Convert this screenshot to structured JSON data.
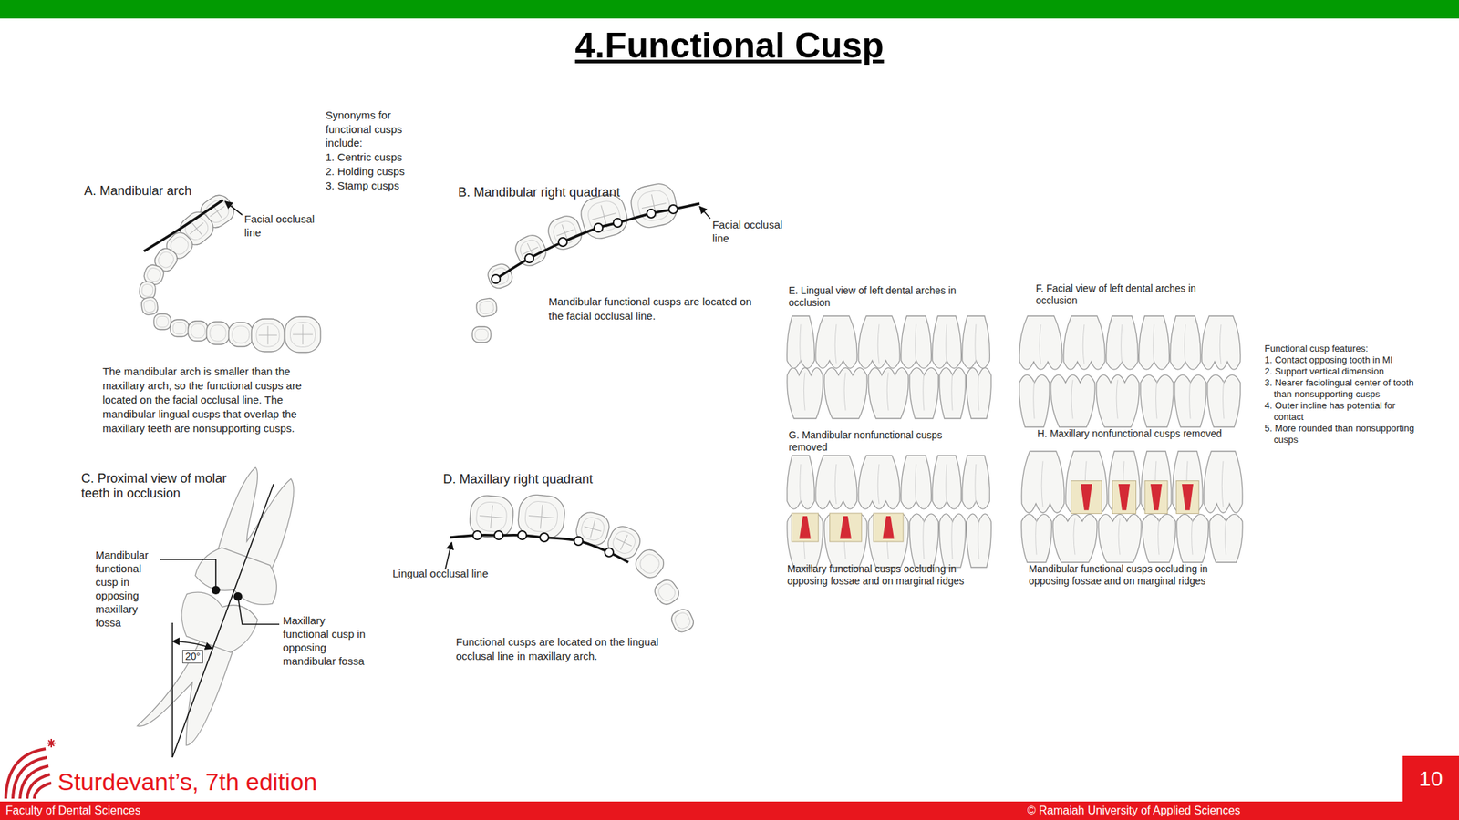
{
  "diagram": {
    "title": "4.Functional Cusp",
    "nodes": [
      {
        "text": [
          "Faculty of Dental Sciences",
          "© Ramaiah University of Applied Sciences"
        ]
      },
      {
        "text": [
          "10"
        ]
      }
    ],
    "labels": [
      "Synonyms for functional cusps include:",
      "1. Centric cusps",
      "2. Holding cusps",
      "3. Stamp cusps",
      "A. Mandibular arch",
      "Facial occlusal line",
      "B. Mandibular right quadrant",
      "Facial occlusal line",
      "Mandibular functional cusps are located on the facial occlusal line.",
      "The mandibular arch is smaller than the maxillary arch, so the functional cusps are located on the facial occlusal line. The mandibular lingual cusps that overlap the maxillary teeth are nonsupporting cusps.",
      "E. Lingual view of left dental arches in occlusion",
      "F. Facial view of left dental arches in occlusion",
      "Functional cusp features:",
      "1. Contact opposing tooth in MI",
      "2. Support vertical dimension",
      "3. Nearer faciolingual center of tooth than nonsupporting cusps",
      "4. Outer incline has potential for contact",
      "5. More rounded than nonsupporting cusps",
      "G. Mandibular nonfunctional cusps removed",
      "H. Maxillary nonfunctional cusps removed",
      "C. Proximal view of molar teeth in occlusion",
      "D. Maxillary right quadrant",
      "Mandibular functional cusp in opposing maxillary fossa",
      "Lingual occlusal line",
      "Maxillary functional cusp in opposing mandibular fossa",
      "20°",
      "Maxillary functional cusps occluding in opposing fossae and on marginal ridges",
      "Mandibular functional cusps occluding in opposing fossae and on marginal ridges",
      "Functional cusps are located on the lingual occlusal line in maxillary arch.",
      "Sturdevant’s, 7th edition"
    ]
  }
}
